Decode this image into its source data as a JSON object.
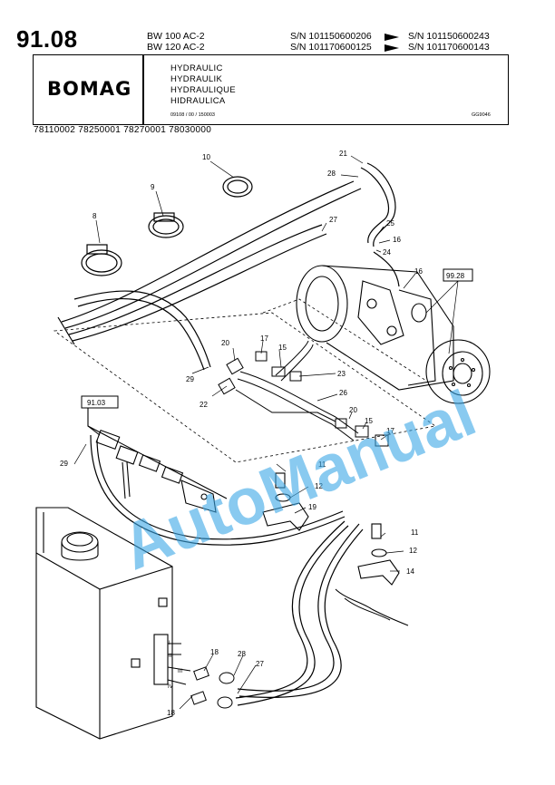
{
  "header": {
    "page_number": "91.08",
    "models": [
      "BW 100 AC-2",
      "BW 120 AC-2"
    ],
    "serials": [
      {
        "from": "S/N 101150600206",
        "to": "S/N 101150600243"
      },
      {
        "from": "S/N 101170600125",
        "to": "S/N 101170600143"
      }
    ],
    "logo": "BOMAG",
    "titles": [
      "HYDRAULIC",
      "HYDRAULIK",
      "HYDRAULIQUE",
      "HIDRAULICA"
    ],
    "doc_code": "09108 / 00 / 150003",
    "drawing_code": "GG9046",
    "part_numbers": "78110002  78250001  78270001  78030000"
  },
  "watermark": "AutoManual",
  "callouts": {
    "c8": "8",
    "c9": "9",
    "c10": "10",
    "c21": "21",
    "c28a": "28",
    "c27a": "27",
    "c25": "25",
    "c16a": "16",
    "c24": "24",
    "c16b": "16",
    "c9928": "99.28",
    "c20a": "20",
    "c17a": "17",
    "c15a": "15",
    "c29a": "29",
    "c23": "23",
    "c22": "22",
    "c26": "26",
    "c20b": "20",
    "c15b": "15",
    "c17b": "17",
    "c9103": "91.03",
    "c29b": "29",
    "c11a": "11",
    "c12a": "12",
    "c19": "19",
    "c11b": "11",
    "c12b": "12",
    "c14": "14",
    "c18a": "18",
    "c28b": "28",
    "c27b": "27",
    "c18b": "18",
    "r1": "I",
    "r2": "II",
    "r3": "III",
    "r4": "IV"
  }
}
